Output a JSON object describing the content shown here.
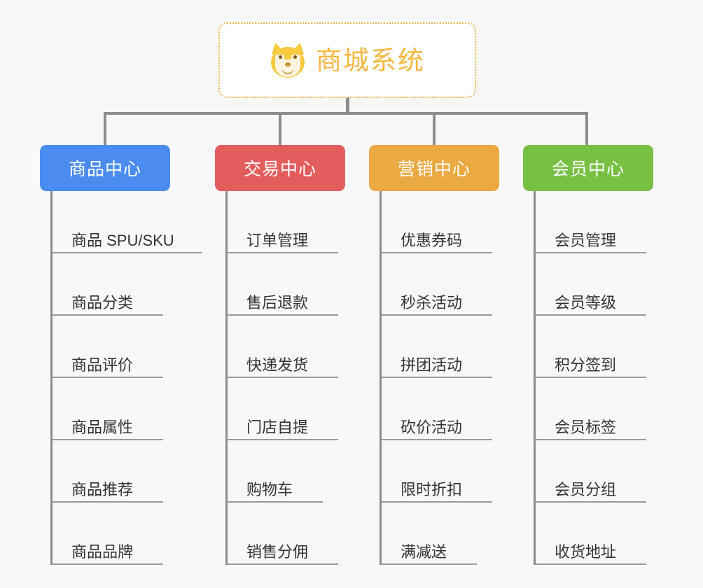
{
  "background_color": "#f8f8f8",
  "root": {
    "icon": "shiba-dog-face-icon",
    "title": "商城系统",
    "title_color": "#f5b740",
    "border_color": "#f0b44a",
    "background": "#ffffff"
  },
  "connector_color": "#8c8c8c",
  "categories": [
    {
      "id": "product-center",
      "label": "商品中心",
      "color": "#4a8cf0",
      "items": [
        {
          "label": "商品 SPU/SKU",
          "rule_width": 213
        },
        {
          "label": "商品分类",
          "rule_width": 158
        },
        {
          "label": "商品评价",
          "rule_width": 158
        },
        {
          "label": "商品属性",
          "rule_width": 158
        },
        {
          "label": "商品推荐",
          "rule_width": 158
        },
        {
          "label": "商品品牌",
          "rule_width": 158
        }
      ]
    },
    {
      "id": "trade-center",
      "label": "交易中心",
      "color": "#e45d5d",
      "items": [
        {
          "label": "订单管理",
          "rule_width": 158
        },
        {
          "label": "售后退款",
          "rule_width": 158
        },
        {
          "label": "快递发货",
          "rule_width": 158
        },
        {
          "label": "门店自提",
          "rule_width": 158
        },
        {
          "label": "购物车",
          "rule_width": 136
        },
        {
          "label": "销售分佣",
          "rule_width": 158
        }
      ]
    },
    {
      "id": "marketing-center",
      "label": "营销中心",
      "color": "#eaa942",
      "items": [
        {
          "label": "优惠券码",
          "rule_width": 158
        },
        {
          "label": "秒杀活动",
          "rule_width": 158
        },
        {
          "label": "拼团活动",
          "rule_width": 158
        },
        {
          "label": "砍价活动",
          "rule_width": 158
        },
        {
          "label": "限时折扣",
          "rule_width": 158
        },
        {
          "label": "满减送",
          "rule_width": 136
        }
      ]
    },
    {
      "id": "member-center",
      "label": "会员中心",
      "color": "#77c043",
      "items": [
        {
          "label": "会员管理",
          "rule_width": 158
        },
        {
          "label": "会员等级",
          "rule_width": 158
        },
        {
          "label": "积分签到",
          "rule_width": 158
        },
        {
          "label": "会员标签",
          "rule_width": 158
        },
        {
          "label": "会员分组",
          "rule_width": 158
        },
        {
          "label": "收货地址",
          "rule_width": 158
        }
      ]
    }
  ]
}
